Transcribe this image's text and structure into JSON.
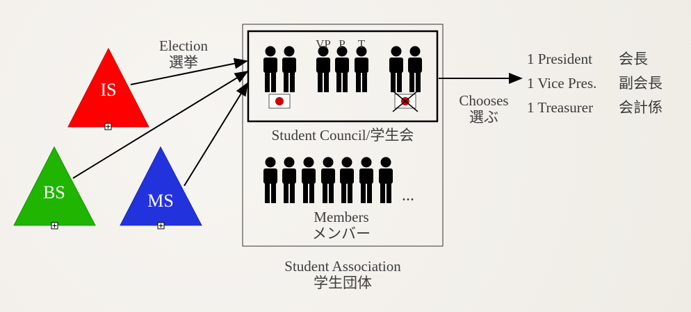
{
  "election": {
    "en": "Election",
    "jp": "選挙"
  },
  "divisions": [
    {
      "label": "IS",
      "color": "#ff0000"
    },
    {
      "label": "BS",
      "color": "#1fb500"
    },
    {
      "label": "MS",
      "color": "#2233dd"
    }
  ],
  "council": {
    "role_letters": [
      "VP",
      "P",
      "T"
    ],
    "label": "Student Council/学生会"
  },
  "members": {
    "en": "Members",
    "jp": "メンバー",
    "ellipsis": "..."
  },
  "association": {
    "en": "Student Association",
    "jp": "学生団体"
  },
  "chooses": {
    "en": "Chooses",
    "jp": "選ぶ"
  },
  "roles": [
    {
      "en": "1 President",
      "jp": "会長"
    },
    {
      "en": "1 Vice Pres.",
      "jp": "副会長"
    },
    {
      "en": "1 Treasurer",
      "jp": "会計係"
    }
  ],
  "colors": {
    "flag_red": "#cc0000",
    "ink": "#000000"
  },
  "icons": [
    "person-icon",
    "japan-flag-icon",
    "crossed-flag-icon",
    "expand-icon"
  ]
}
